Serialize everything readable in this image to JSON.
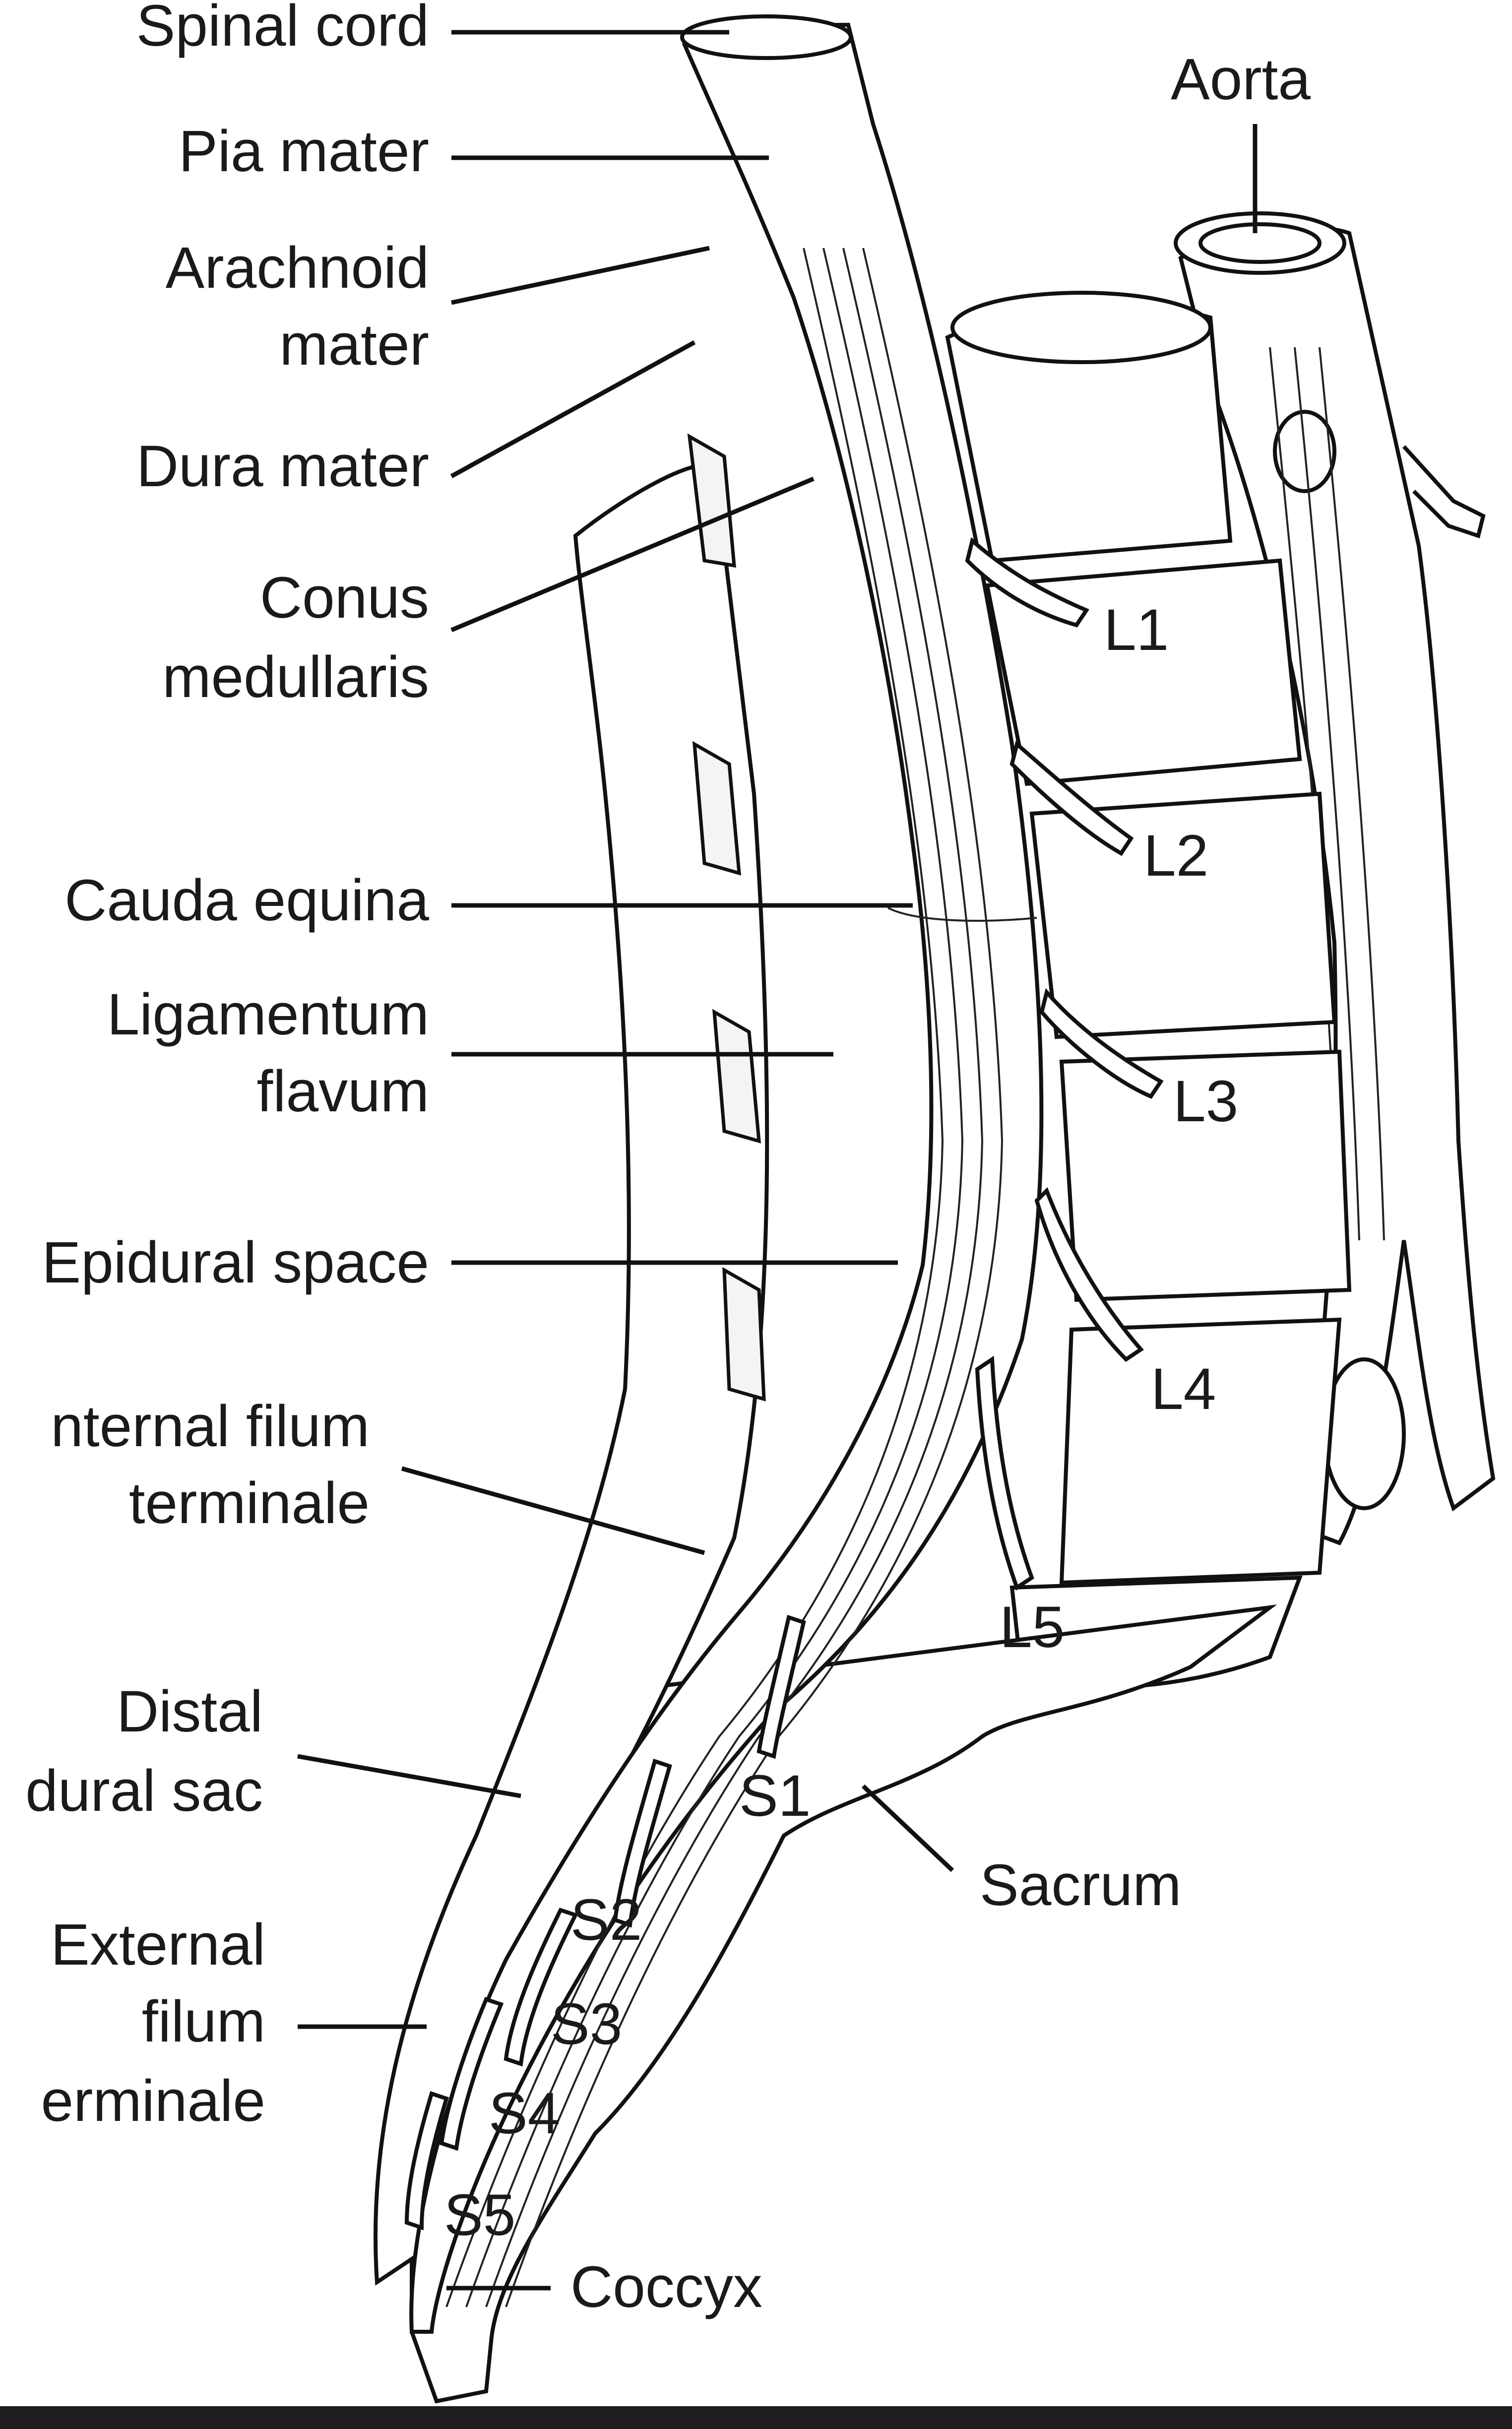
{
  "labels": {
    "spinal_cord": "Spinal cord",
    "pia_mater": "Pia mater",
    "arachnoid_mater_1": "Arachnoid",
    "arachnoid_mater_2": "mater",
    "dura_mater": "Dura mater",
    "conus_1": "Conus",
    "conus_2": "medullaris",
    "cauda_equina": "Cauda equina",
    "lig_flavum_1": "Ligamentum",
    "lig_flavum_2": "flavum",
    "epidural_space": "Epidural space",
    "internal_filum_1": "nternal filum",
    "internal_filum_2": "terminale",
    "distal_dural_1": "Distal",
    "distal_dural_2": "dural sac",
    "external_filum_1": "External",
    "external_filum_2": "filum",
    "external_filum_3": "erminale",
    "coccyx": "Coccyx",
    "aorta": "Aorta",
    "sacrum": "Sacrum",
    "l1": "L1",
    "l2": "L2",
    "l3": "L3",
    "l4": "L4",
    "l5": "L5",
    "s1": "S1",
    "s2": "S2",
    "s3": "S3",
    "s4": "S4",
    "s5": "S5"
  },
  "colors": {
    "ink": "#111111",
    "paper": "#ffffff",
    "bar": "#1e1e1e"
  }
}
